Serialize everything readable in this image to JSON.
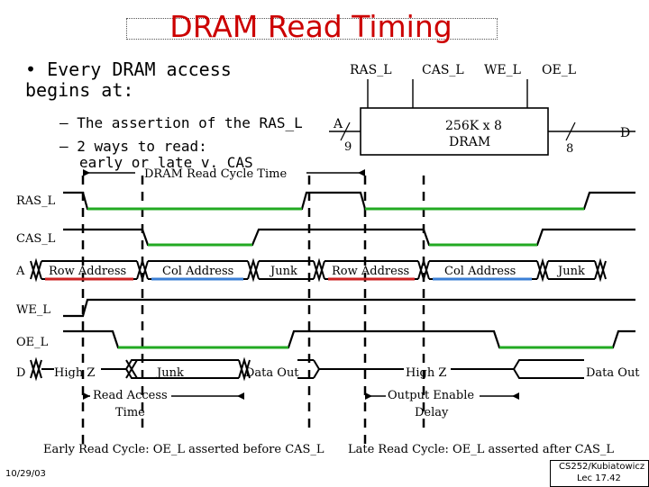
{
  "title": "DRAM Read Timing",
  "bullets": {
    "main": "Every DRAM access begins at:",
    "sub1": "The assertion of the RAS_L",
    "sub2": "2 ways to read:",
    "sub2b": "early or late v. CAS"
  },
  "chip": {
    "top_labels": [
      "RAS_L",
      "CAS_L",
      "WE_L",
      "OE_L"
    ],
    "box_label_line1": "256K x 8",
    "box_label_line2": "DRAM",
    "addr_label": "A",
    "addr_width": "9",
    "data_label": "D",
    "data_width": "8"
  },
  "cycle_time_label": "DRAM Read Cycle Time",
  "signals": {
    "ras": "RAS_L",
    "cas": "CAS_L",
    "a": "A",
    "we": "WE_L",
    "oe": "OE_L",
    "d": "D"
  },
  "address_bus": {
    "row1": "Row Address",
    "col1": "Col Address",
    "junk1": "Junk",
    "row2": "Row Address",
    "col2": "Col Address",
    "junk2": "Junk"
  },
  "data_bus": {
    "highz1": "High Z",
    "junk": "Junk",
    "dataout1": "Data Out",
    "highz2": "High Z",
    "dataout2": "Data Out"
  },
  "annotations": {
    "read_access_line1": "Read Access",
    "read_access_line2": "Time",
    "output_enable_line1": "Output Enable",
    "output_enable_line2": "Delay"
  },
  "captions": {
    "early": "Early Read Cycle: OE_L asserted before CAS_L",
    "late": "Late Read Cycle: OE_L asserted after CAS_L"
  },
  "footer": {
    "date": "10/29/03",
    "course": "CS252/Kubiatowicz",
    "lecture": "Lec 17.42"
  },
  "colors": {
    "title": "#cc0000",
    "ras_green": "#22aa22",
    "address_red": "#cc2222",
    "address_blue": "#3b7fd6"
  }
}
